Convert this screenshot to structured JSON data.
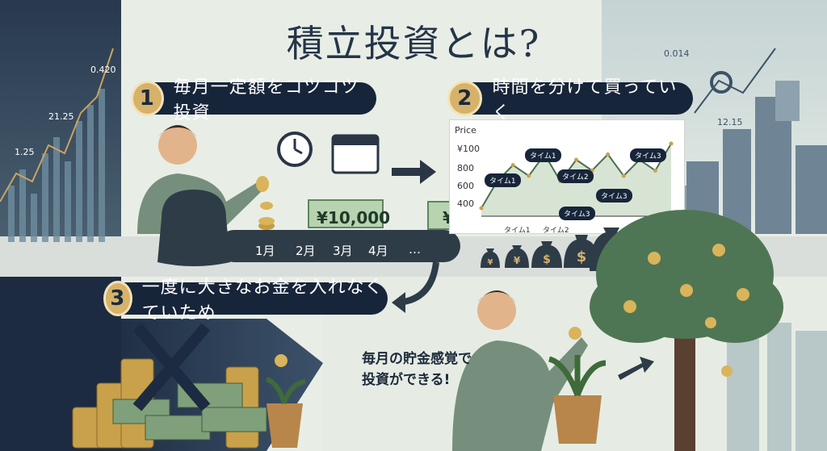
{
  "title": "積立投資とは?",
  "steps": [
    {
      "num": "1",
      "text": "毎月一定額をコツコツ投資"
    },
    {
      "num": "2",
      "text": "時間を分けて買っていく"
    },
    {
      "num": "3",
      "text": "一度に大きなお金を入れなくていため"
    }
  ],
  "left_chart_ticks": [
    "0.420",
    "21.25",
    "1.25"
  ],
  "right_chart_ticks": [
    "0.014",
    "12.15"
  ],
  "bill_amount": "¥10,000",
  "bill_amount_partial": "¥",
  "belt_months": [
    "1月",
    "2月",
    "3月",
    "4月",
    "…"
  ],
  "price_chart": {
    "price_label": "Price",
    "y_ticks": [
      "¥100",
      "800",
      "600",
      "400"
    ],
    "time_badges": [
      "タイム1",
      "タイム1",
      "タイム2",
      "タイム3",
      "タイム3",
      "タイム3"
    ],
    "x_labels": [
      "タイム1",
      "タイム2"
    ]
  },
  "chart_data": {
    "type": "line",
    "title": "",
    "ylabel": "Price",
    "y_ticks": [
      "¥100",
      "800",
      "600",
      "400"
    ],
    "x_labels": [
      "タイム1",
      "タイム2"
    ],
    "series": [
      {
        "values": [
          400,
          650,
          800,
          700,
          900,
          650,
          850,
          750,
          900,
          700,
          850,
          750,
          1000
        ]
      }
    ]
  },
  "caption_lines": [
    "毎月の貯金感覚で",
    "投資ができる!"
  ],
  "colors": {
    "navy": "#17253a",
    "gold": "#d6b26a",
    "green": "#5a7a5e",
    "bg": "#e9efe6"
  }
}
